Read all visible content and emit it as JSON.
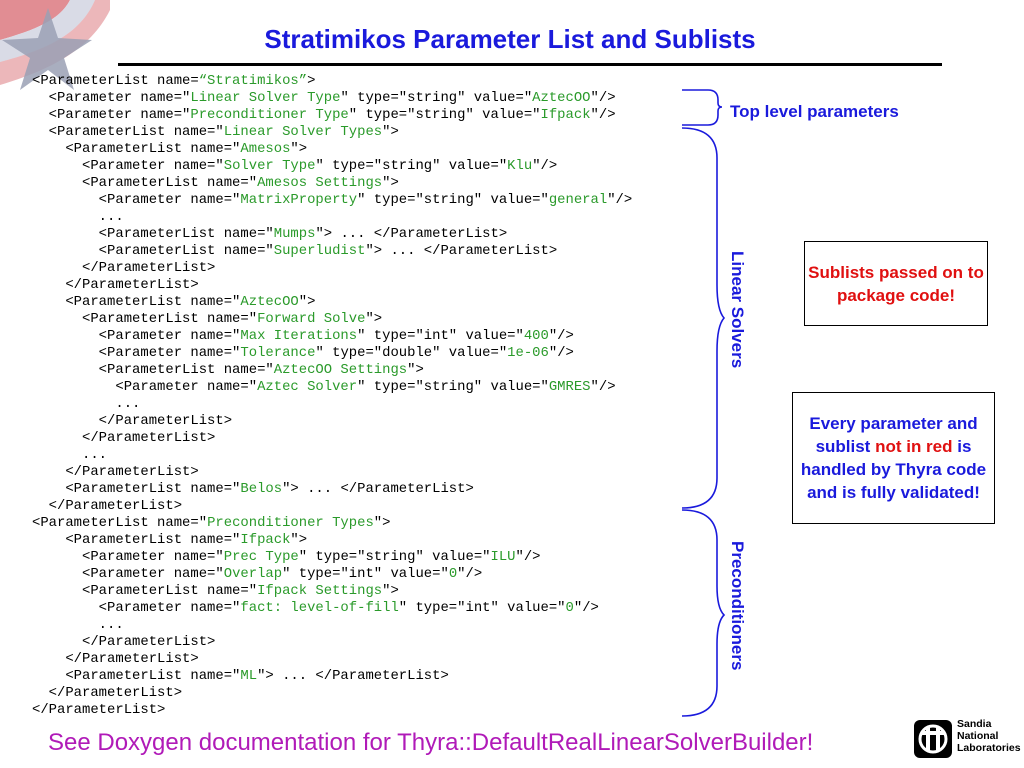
{
  "title": "Stratimikos Parameter List and Sublists",
  "code_lines": [
    [
      {
        "t": "<ParameterList name="
      },
      {
        "t": "“Stratimikos”",
        "v": true
      },
      {
        "t": ">"
      }
    ],
    [
      {
        "t": "  <Parameter name=\""
      },
      {
        "t": "Linear Solver Type",
        "v": true
      },
      {
        "t": "\" type=\"string\" value=\""
      },
      {
        "t": "AztecOO",
        "v": true
      },
      {
        "t": "\"/>"
      }
    ],
    [
      {
        "t": "  <Parameter name=\""
      },
      {
        "t": "Preconditioner Type",
        "v": true
      },
      {
        "t": "\" type=\"string\" value=\""
      },
      {
        "t": "Ifpack",
        "v": true
      },
      {
        "t": "\"/>"
      }
    ],
    [
      {
        "t": "  <ParameterList name=\""
      },
      {
        "t": "Linear Solver Types",
        "v": true
      },
      {
        "t": "\">"
      }
    ],
    [
      {
        "t": "    <ParameterList name=\""
      },
      {
        "t": "Amesos",
        "v": true
      },
      {
        "t": "\">"
      }
    ],
    [
      {
        "t": "      <Parameter name=\""
      },
      {
        "t": "Solver Type",
        "v": true
      },
      {
        "t": "\" type=\"string\" value=\""
      },
      {
        "t": "Klu",
        "v": true
      },
      {
        "t": "\"/>"
      }
    ],
    [
      {
        "t": "      <ParameterList name=\""
      },
      {
        "t": "Amesos Settings",
        "v": true
      },
      {
        "t": "\">"
      }
    ],
    [
      {
        "t": "        <Parameter name=\""
      },
      {
        "t": "MatrixProperty",
        "v": true
      },
      {
        "t": "\" type=\"string\" value=\""
      },
      {
        "t": "general",
        "v": true
      },
      {
        "t": "\"/>"
      }
    ],
    [
      {
        "t": "        ..."
      }
    ],
    [
      {
        "t": "        <ParameterList name=\""
      },
      {
        "t": "Mumps",
        "v": true
      },
      {
        "t": "\"> ... </ParameterList>"
      }
    ],
    [
      {
        "t": "        <ParameterList name=\""
      },
      {
        "t": "Superludist",
        "v": true
      },
      {
        "t": "\"> ... </ParameterList>"
      }
    ],
    [
      {
        "t": "      </ParameterList>"
      }
    ],
    [
      {
        "t": "    </ParameterList>"
      }
    ],
    [
      {
        "t": "    <ParameterList name=\""
      },
      {
        "t": "AztecOO",
        "v": true
      },
      {
        "t": "\">"
      }
    ],
    [
      {
        "t": "      <ParameterList name=\""
      },
      {
        "t": "Forward Solve",
        "v": true
      },
      {
        "t": "\">"
      }
    ],
    [
      {
        "t": "        <Parameter name=\""
      },
      {
        "t": "Max Iterations",
        "v": true
      },
      {
        "t": "\" type=\"int\" value=\""
      },
      {
        "t": "400",
        "v": true
      },
      {
        "t": "\"/>"
      }
    ],
    [
      {
        "t": "        <Parameter name=\""
      },
      {
        "t": "Tolerance",
        "v": true
      },
      {
        "t": "\" type=\"double\" value=\""
      },
      {
        "t": "1e-06",
        "v": true
      },
      {
        "t": "\"/>"
      }
    ],
    [
      {
        "t": "        <ParameterList name=\""
      },
      {
        "t": "AztecOO Settings",
        "v": true
      },
      {
        "t": "\">"
      }
    ],
    [
      {
        "t": "          <Parameter name=\""
      },
      {
        "t": "Aztec Solver",
        "v": true
      },
      {
        "t": "\" type=\"string\" value=\""
      },
      {
        "t": "GMRES",
        "v": true
      },
      {
        "t": "\"/>"
      }
    ],
    [
      {
        "t": "          ..."
      }
    ],
    [
      {
        "t": "        </ParameterList>"
      }
    ],
    [
      {
        "t": "      </ParameterList>"
      }
    ],
    [
      {
        "t": "      ..."
      }
    ],
    [
      {
        "t": "    </ParameterList>"
      }
    ],
    [
      {
        "t": "    <ParameterList name=\""
      },
      {
        "t": "Belos",
        "v": true
      },
      {
        "t": "\"> ... </ParameterList>"
      }
    ],
    [
      {
        "t": "  </ParameterList>"
      }
    ],
    [
      {
        "t": "<ParameterList name=\""
      },
      {
        "t": "Preconditioner Types",
        "v": true
      },
      {
        "t": "\">"
      }
    ],
    [
      {
        "t": "    <ParameterList name=\""
      },
      {
        "t": "Ifpack",
        "v": true
      },
      {
        "t": "\">"
      }
    ],
    [
      {
        "t": "      <Parameter name=\""
      },
      {
        "t": "Prec Type",
        "v": true
      },
      {
        "t": "\" type=\"string\" value=\""
      },
      {
        "t": "ILU",
        "v": true
      },
      {
        "t": "\"/>"
      }
    ],
    [
      {
        "t": "      <Parameter name=\""
      },
      {
        "t": "Overlap",
        "v": true
      },
      {
        "t": "\" type=\"int\" value=\""
      },
      {
        "t": "0",
        "v": true
      },
      {
        "t": "\"/>"
      }
    ],
    [
      {
        "t": "      <ParameterList name=\""
      },
      {
        "t": "Ifpack Settings",
        "v": true
      },
      {
        "t": "\">"
      }
    ],
    [
      {
        "t": "        <Parameter name=\""
      },
      {
        "t": "fact: level-of-fill",
        "v": true
      },
      {
        "t": "\" type=\"int\" value=\""
      },
      {
        "t": "0",
        "v": true
      },
      {
        "t": "\"/>"
      }
    ],
    [
      {
        "t": "        ..."
      }
    ],
    [
      {
        "t": "      </ParameterList>"
      }
    ],
    [
      {
        "t": "    </ParameterList>"
      }
    ],
    [
      {
        "t": "    <ParameterList name=\""
      },
      {
        "t": "ML",
        "v": true
      },
      {
        "t": "\"> ... </ParameterList>"
      }
    ],
    [
      {
        "t": "  </ParameterList>"
      }
    ],
    [
      {
        "t": "</ParameterList>"
      }
    ]
  ],
  "labels": {
    "top_level": "Top level parameters",
    "linear_solvers": "Linear Solvers",
    "preconditioners": "Preconditioners"
  },
  "note_sublists": "Sublists passed on to package code!",
  "note_validated": {
    "part1": "Every parameter and sublist ",
    "highlight": "not in red",
    "part2": " is handled by Thyra code and is fully validated!"
  },
  "footer": "See Doxygen documentation for Thyra::DefaultRealLinearSolverBuilder!",
  "logo": {
    "line1": "Sandia",
    "line2": "National",
    "line3": "Laboratories"
  },
  "colors": {
    "title": "#1a1adc",
    "value": "#2a9a2a",
    "highlight": "#e01010",
    "footer": "#b01ab8"
  }
}
